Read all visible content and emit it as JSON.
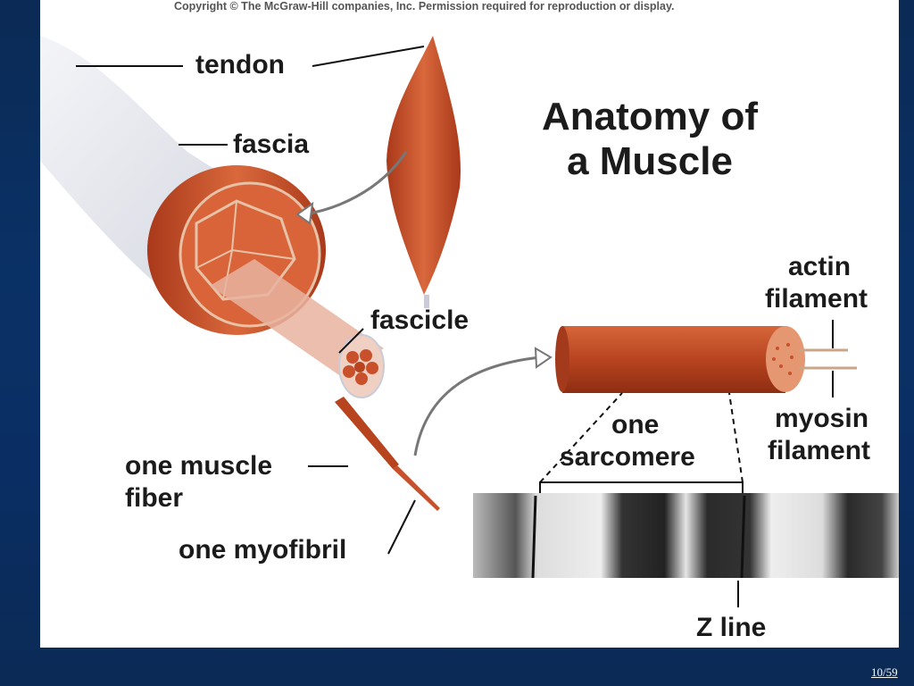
{
  "copyright": "Copyright © The McGraw-Hill companies, Inc. Permission required for reproduction or display.",
  "title": {
    "line1": "Anatomy of",
    "line2": "a Muscle"
  },
  "labels": {
    "tendon": "tendon",
    "fascia": "fascia",
    "fascicle": "fascicle",
    "one_muscle_fiber_line1": "one muscle",
    "one_muscle_fiber_line2": "fiber",
    "one_myofibril": "one myofibril",
    "actin_line1": "actin",
    "actin_line2": "filament",
    "myosin_line1": "myosin",
    "myosin_line2": "filament",
    "sarcomere_line1": "one",
    "sarcomere_line2": "sarcomere",
    "z_line": "Z line"
  },
  "colors": {
    "background": "#0b2a55",
    "panel": "#ffffff",
    "muscle": "#c8502a",
    "muscle_dark": "#a33a1c",
    "tissue": "#dcdfe8"
  },
  "page_number": "10/59"
}
